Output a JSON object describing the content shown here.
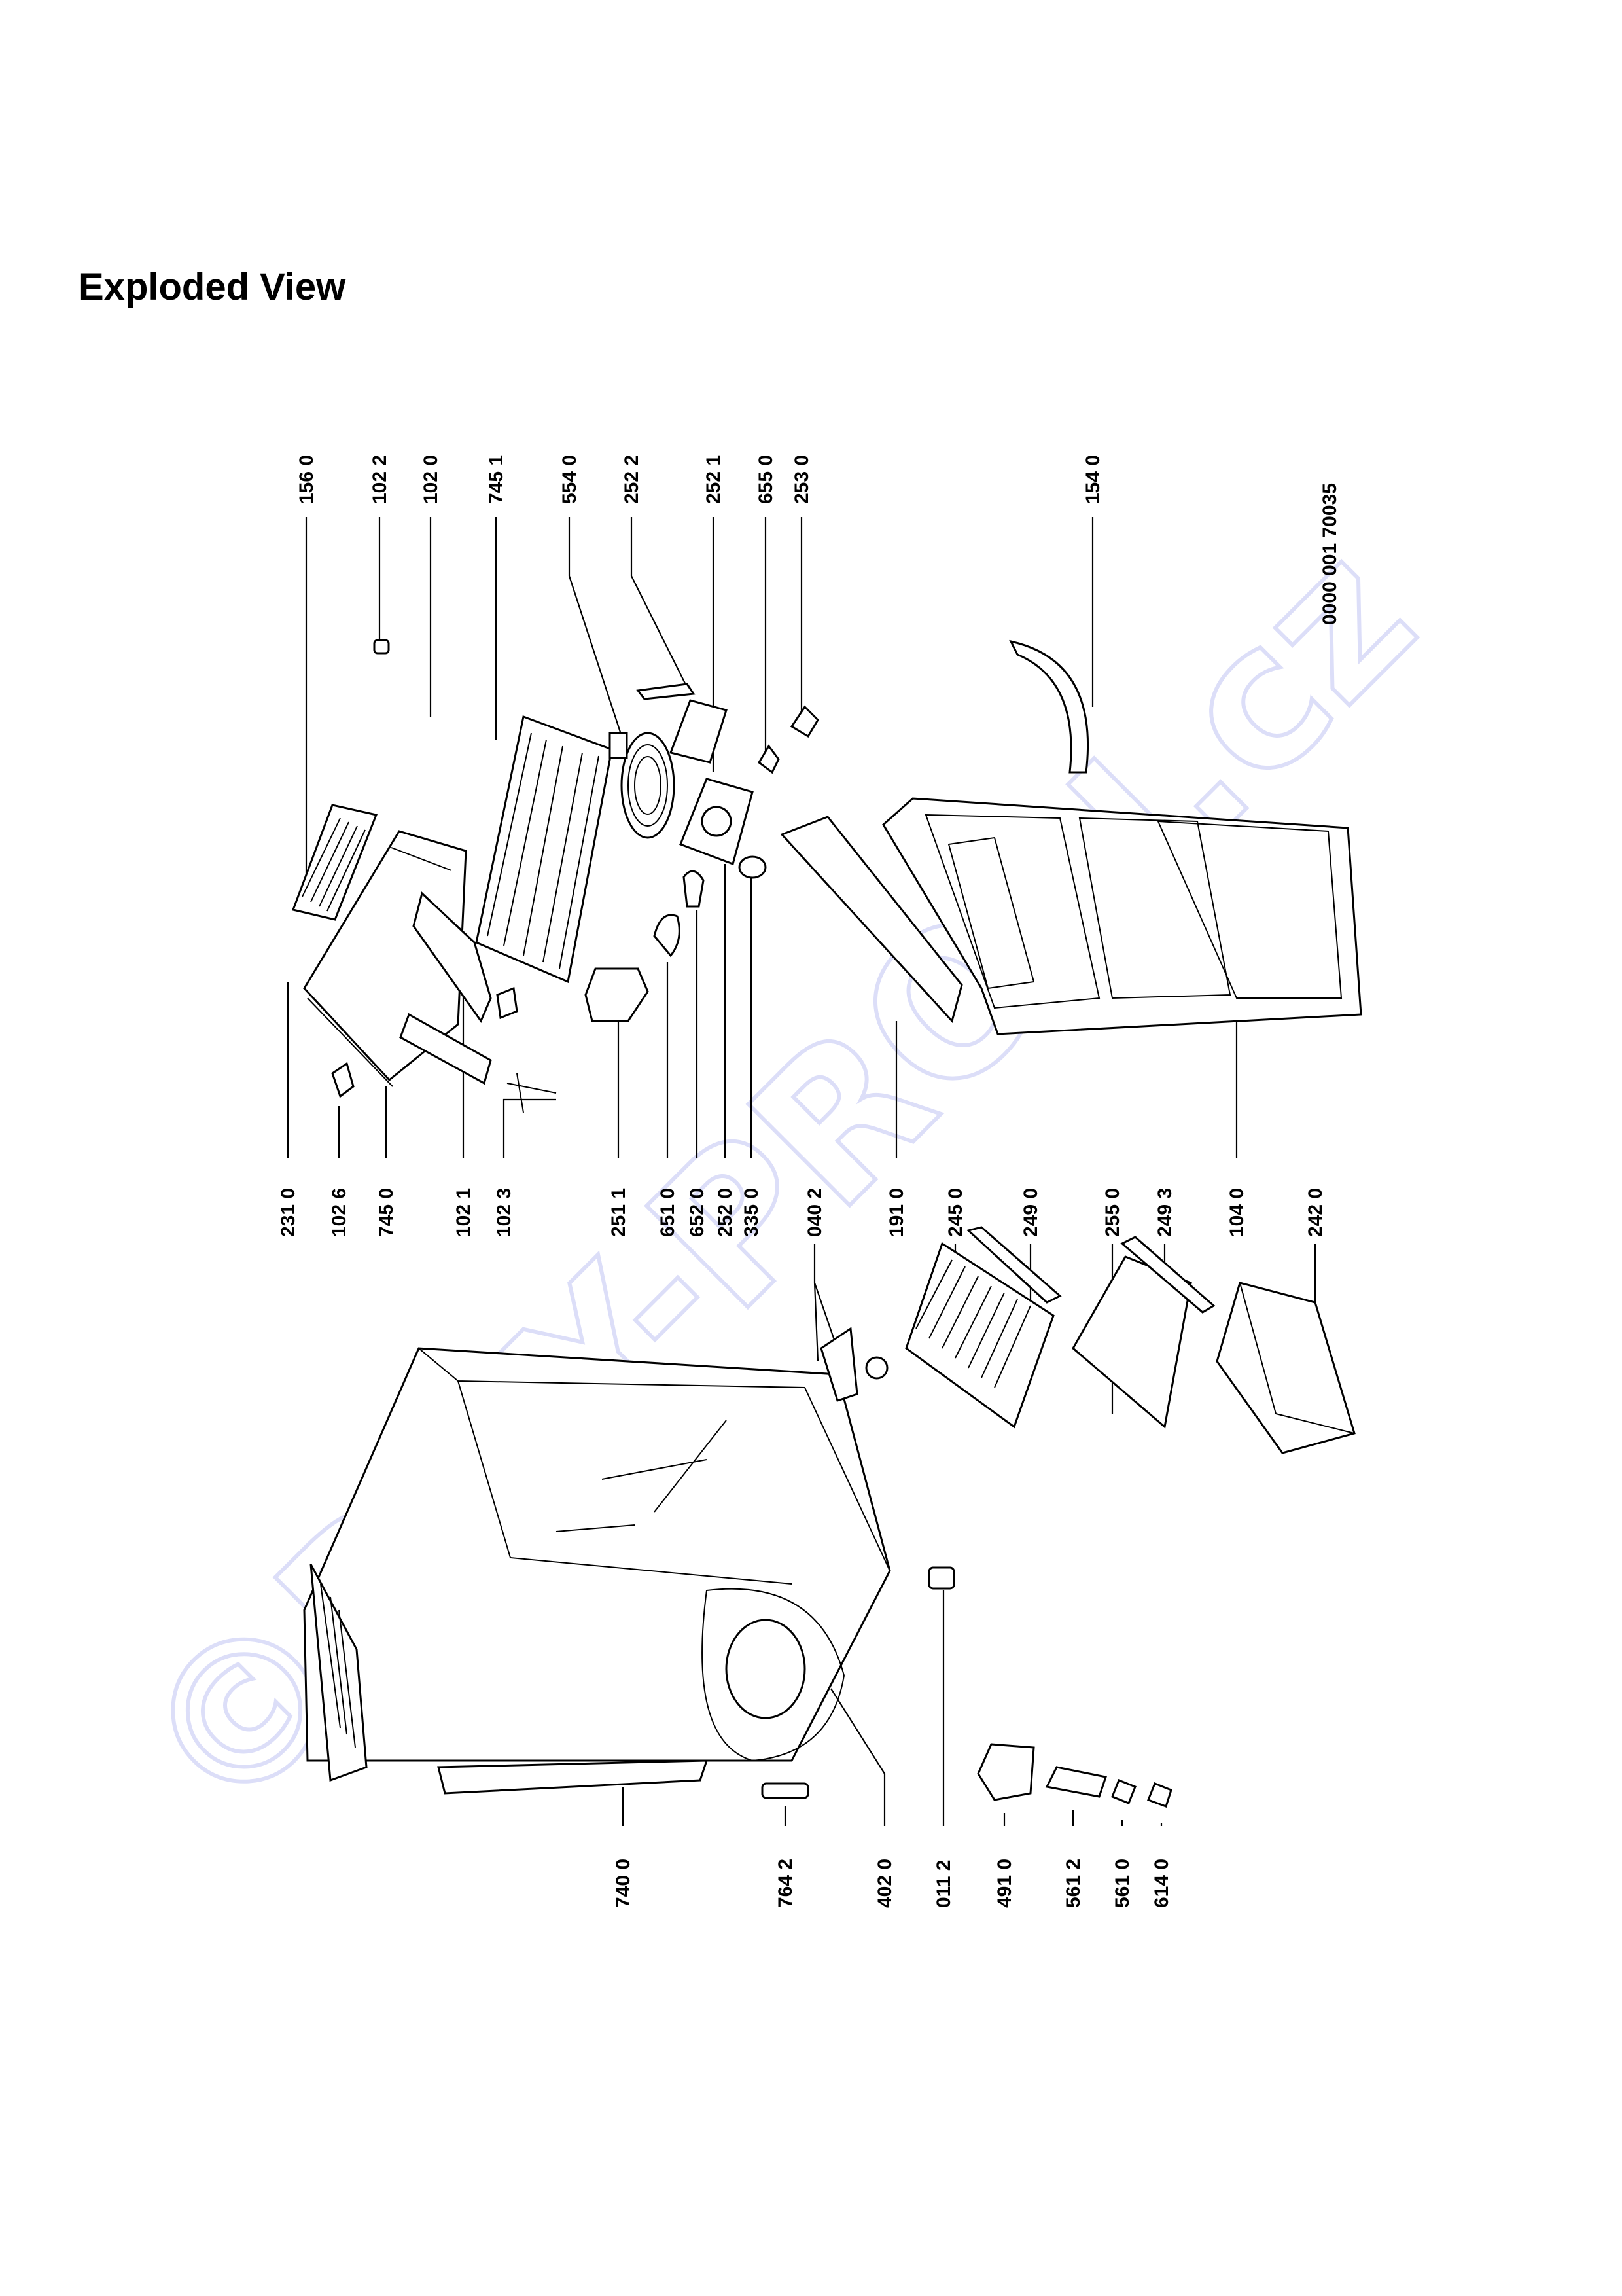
{
  "title": "Exploded View",
  "document_number": "0000 001 70035",
  "watermark": "©DILY-PROFI.cz",
  "callouts": [
    "156 0",
    "102 2",
    "102 0",
    "745 1",
    "554 0",
    "252 2",
    "252 1",
    "655 0",
    "253 0",
    "154 0",
    "231 0",
    "102 6",
    "745 0",
    "102 1",
    "102 3",
    "251 1",
    "651 0",
    "652 0",
    "252 0",
    "335 0",
    "040 2",
    "191 0",
    "245 0",
    "249 0",
    "255 0",
    "249 3",
    "104 0",
    "242 0",
    "740 0",
    "764 2",
    "402 0",
    "011 2",
    "491 0",
    "561 2",
    "561 0",
    "614 0"
  ]
}
